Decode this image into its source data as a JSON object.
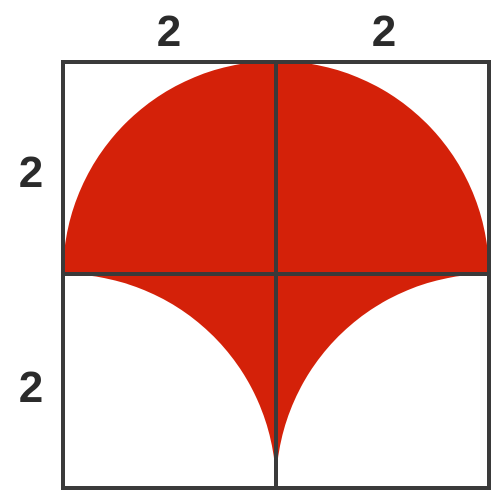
{
  "diagram": {
    "top_labels": [
      "2",
      "2"
    ],
    "side_labels": [
      "2",
      "2"
    ],
    "colors": {
      "shaded_region": "#d42109",
      "grid_lines": "#3a3a3a",
      "label_text": "#2b2b2b",
      "background": "#ffffff"
    }
  }
}
